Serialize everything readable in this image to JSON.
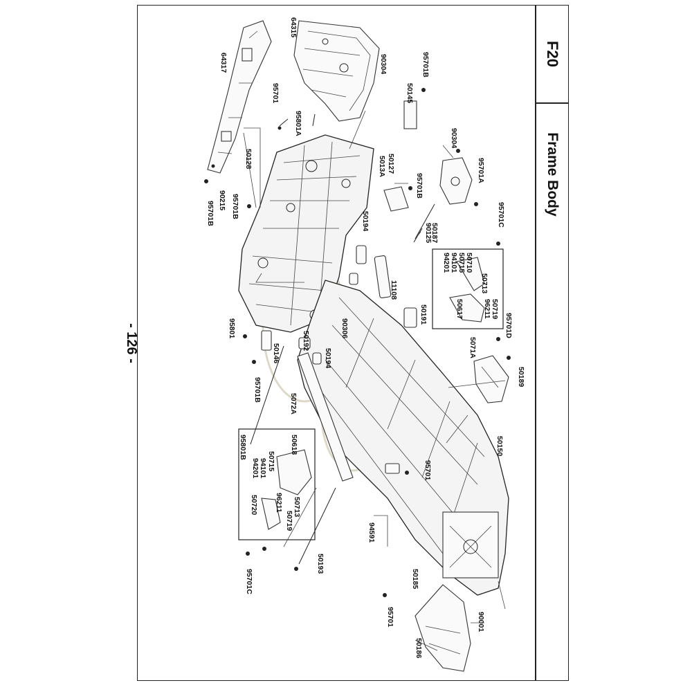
{
  "header": {
    "section_code": "F20",
    "section_title": "Frame Body"
  },
  "footer": {
    "page_number": "- 126 -"
  },
  "part_labels": [
    {
      "id": "64317",
      "text": "64317"
    },
    {
      "id": "64315",
      "text": "64315"
    },
    {
      "id": "95701_top",
      "text": "95701"
    },
    {
      "id": "95801A",
      "text": "95801A"
    },
    {
      "id": "90304_top",
      "text": "90304"
    },
    {
      "id": "95701B_top",
      "text": "95701B"
    },
    {
      "id": "50145",
      "text": "50145"
    },
    {
      "id": "50128",
      "text": "50128"
    },
    {
      "id": "90215",
      "text": "90215"
    },
    {
      "id": "95701B_left",
      "text": "95701B"
    },
    {
      "id": "95701B_mid",
      "text": "95701B"
    },
    {
      "id": "50127",
      "text": "50127"
    },
    {
      "id": "5013A",
      "text": "5013A"
    },
    {
      "id": "95701B_r",
      "text": "95701B"
    },
    {
      "id": "90304_r",
      "text": "90304"
    },
    {
      "id": "95701A",
      "text": "95701A"
    },
    {
      "id": "50187",
      "text": "50187"
    },
    {
      "id": "90125",
      "text": "90125"
    },
    {
      "id": "50194_top",
      "text": "50194"
    },
    {
      "id": "95701C_r",
      "text": "95701C"
    },
    {
      "id": "50710",
      "text": "50710"
    },
    {
      "id": "50715_r",
      "text": "50715"
    },
    {
      "id": "94101_r",
      "text": "94101"
    },
    {
      "id": "94201_r",
      "text": "94201"
    },
    {
      "id": "50713_r",
      "text": "50713"
    },
    {
      "id": "50719_r",
      "text": "50719"
    },
    {
      "id": "96211_r",
      "text": "96211"
    },
    {
      "id": "50617",
      "text": "50617"
    },
    {
      "id": "5071A",
      "text": "5071A"
    },
    {
      "id": "95701D",
      "text": "95701D"
    },
    {
      "id": "11108",
      "text": "11108"
    },
    {
      "id": "50191",
      "text": "50191"
    },
    {
      "id": "90306",
      "text": "90306"
    },
    {
      "id": "95801",
      "text": "95801"
    },
    {
      "id": "50146",
      "text": "50146"
    },
    {
      "id": "50192",
      "text": "50192"
    },
    {
      "id": "50194_mid",
      "text": "50194"
    },
    {
      "id": "95701B_low",
      "text": "95701B"
    },
    {
      "id": "50189",
      "text": "50189"
    },
    {
      "id": "5072A",
      "text": "5072A"
    },
    {
      "id": "95801B",
      "text": "95801B"
    },
    {
      "id": "50618",
      "text": "50618"
    },
    {
      "id": "50715_l",
      "text": "50715"
    },
    {
      "id": "94101_l",
      "text": "94101"
    },
    {
      "id": "94201_l",
      "text": "94201"
    },
    {
      "id": "96211_l",
      "text": "96211"
    },
    {
      "id": "50713_l",
      "text": "50713"
    },
    {
      "id": "50719_l",
      "text": "50719"
    },
    {
      "id": "50720",
      "text": "50720"
    },
    {
      "id": "50150",
      "text": "50150"
    },
    {
      "id": "95701_mid",
      "text": "95701"
    },
    {
      "id": "94591",
      "text": "94591"
    },
    {
      "id": "50193",
      "text": "50193"
    },
    {
      "id": "95701C_l",
      "text": "95701C"
    },
    {
      "id": "50185",
      "text": "50185"
    },
    {
      "id": "95701_bot",
      "text": "95701"
    },
    {
      "id": "90001",
      "text": "90001"
    },
    {
      "id": "50186",
      "text": "50186"
    }
  ]
}
